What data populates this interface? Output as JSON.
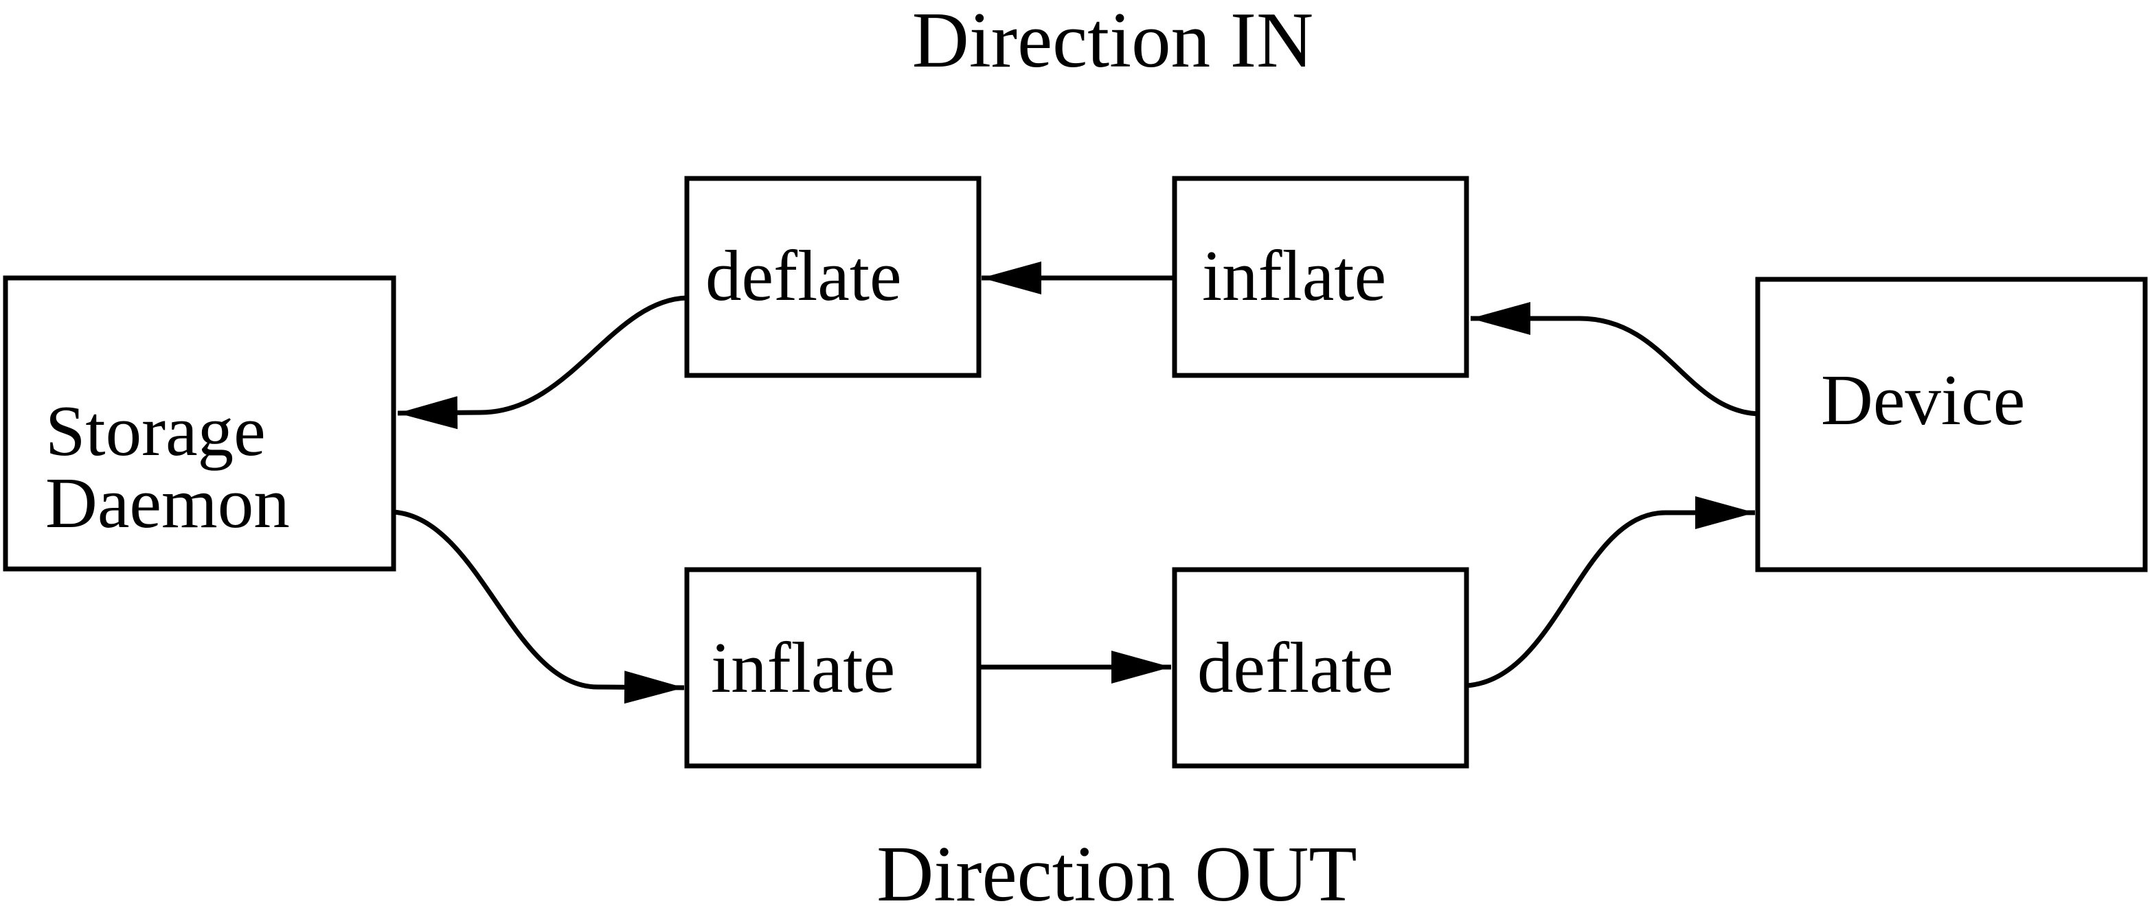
{
  "diagram": {
    "title_top": "Direction IN",
    "title_bottom": "Direction OUT",
    "nodes": {
      "storage": {
        "label": "Storage Daemon",
        "line1": "Storage",
        "line2": "Daemon"
      },
      "deflate_top": {
        "label": "deflate"
      },
      "inflate_top": {
        "label": "inflate"
      },
      "inflate_bottom": {
        "label": "inflate"
      },
      "deflate_bottom": {
        "label": "deflate"
      },
      "device": {
        "label": "Device"
      }
    },
    "edges": [
      {
        "from": "device",
        "to": "inflate_top",
        "direction": "IN"
      },
      {
        "from": "inflate_top",
        "to": "deflate_top",
        "direction": "IN"
      },
      {
        "from": "deflate_top",
        "to": "storage",
        "direction": "IN"
      },
      {
        "from": "storage",
        "to": "inflate_bottom",
        "direction": "OUT"
      },
      {
        "from": "inflate_bottom",
        "to": "deflate_bottom",
        "direction": "OUT"
      },
      {
        "from": "deflate_bottom",
        "to": "device",
        "direction": "OUT"
      }
    ],
    "colors": {
      "stroke": "#000000",
      "background": "#ffffff"
    }
  }
}
